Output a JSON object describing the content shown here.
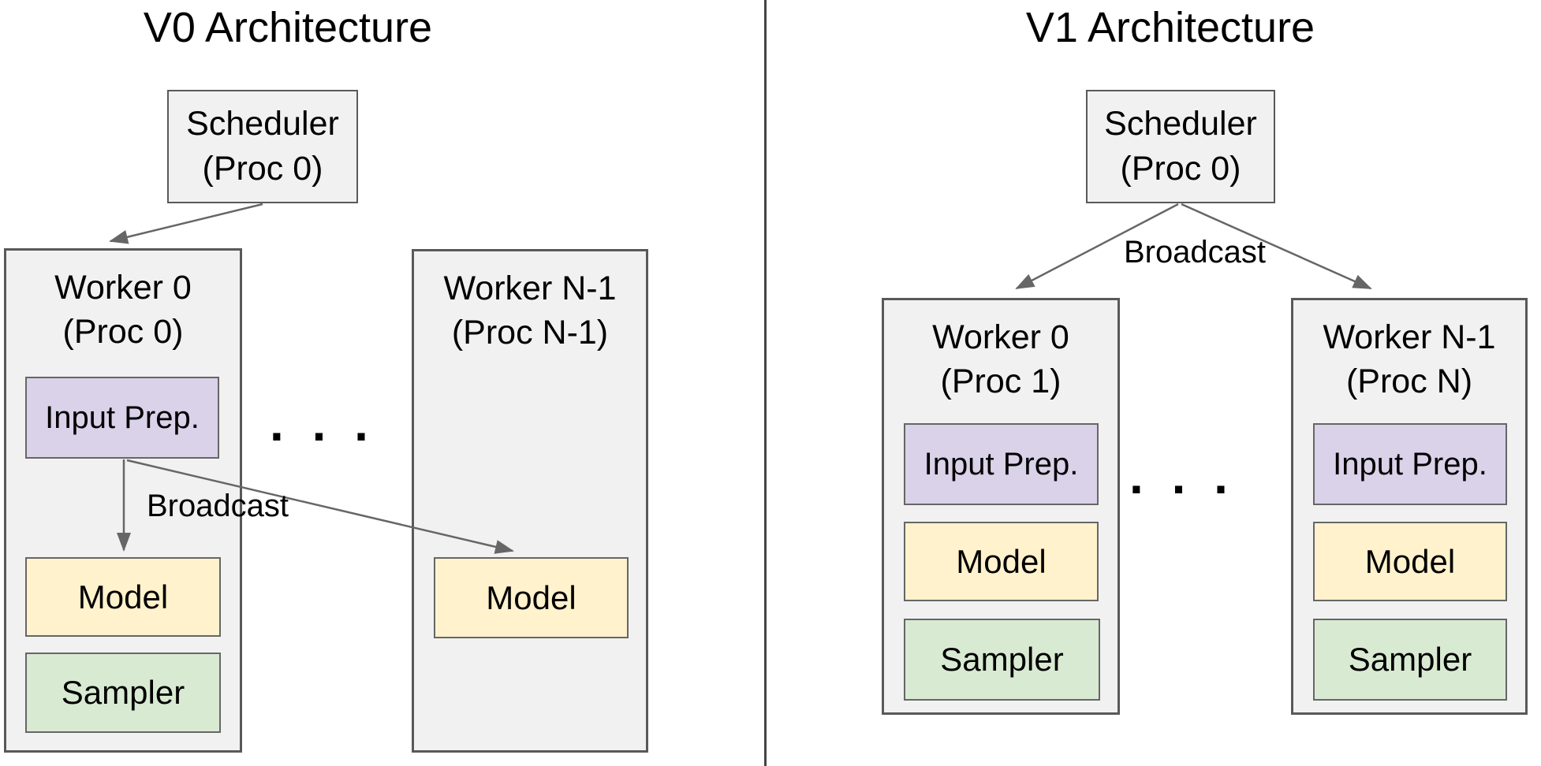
{
  "left_panel": {
    "title": "V0 Architecture",
    "scheduler": {
      "line1": "Scheduler",
      "line2": "(Proc 0)"
    },
    "broadcast_label": "Broadcast",
    "ellipsis": ". . .",
    "worker0": {
      "line1": "Worker 0",
      "line2": "(Proc 0)",
      "input_prep": "Input Prep.",
      "model": "Model",
      "sampler": "Sampler"
    },
    "workerN": {
      "line1": "Worker N-1",
      "line2": "(Proc N-1)",
      "model": "Model"
    }
  },
  "right_panel": {
    "title": "V1 Architecture",
    "scheduler": {
      "line1": "Scheduler",
      "line2": "(Proc 0)"
    },
    "broadcast_label": "Broadcast",
    "ellipsis": ". . .",
    "worker0": {
      "line1": "Worker 0",
      "line2": "(Proc 1)",
      "input_prep": "Input Prep.",
      "model": "Model",
      "sampler": "Sampler"
    },
    "workerN": {
      "line1": "Worker N-1",
      "line2": "(Proc N)",
      "input_prep": "Input Prep.",
      "model": "Model",
      "sampler": "Sampler"
    }
  },
  "colors": {
    "box_fill": "#f1f1f1",
    "box_border": "#595959",
    "comp_border": "#666666",
    "input_prep_fill": "#d9d2e9",
    "model_fill": "#fff2cc",
    "sampler_fill": "#d9ead3",
    "arrow": "#666666",
    "divider": "#444444"
  }
}
